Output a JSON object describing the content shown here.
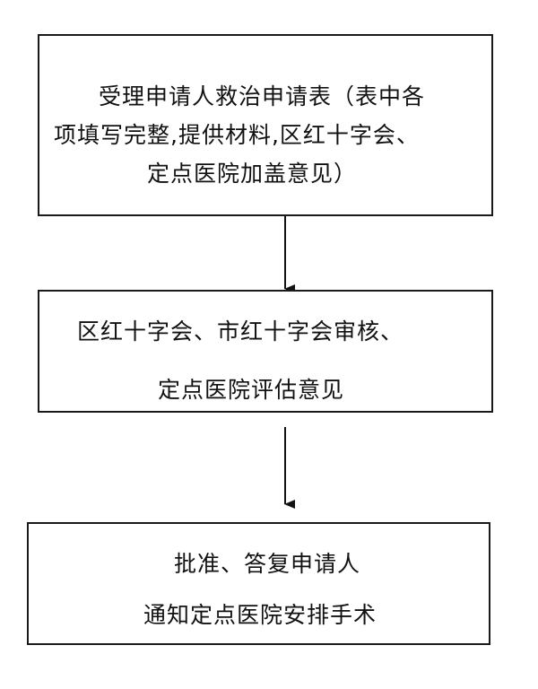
{
  "nodes": [
    {
      "id": "step-1",
      "lines": [
        "受理申请人救治申请表（表中各",
        "项填写完整,提供材料,区红十字会、",
        "定点医院加盖意见）"
      ]
    },
    {
      "id": "step-2",
      "lines": [
        "区红十字会、市红十字会审核、",
        "定点医院评估意见"
      ]
    },
    {
      "id": "step-3",
      "lines": [
        "批准、答复申请人",
        "通知定点医院安排手术"
      ]
    }
  ],
  "edges": [
    {
      "from": "step-1",
      "to": "step-2"
    },
    {
      "from": "step-2",
      "to": "step-3"
    }
  ]
}
